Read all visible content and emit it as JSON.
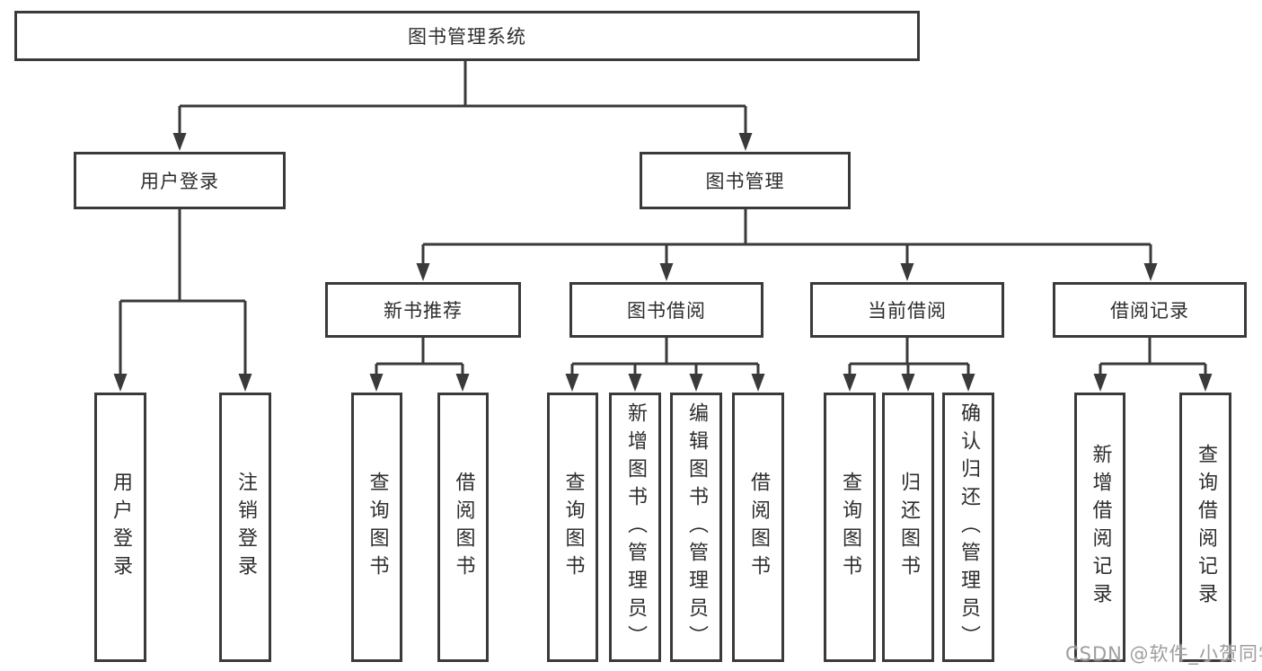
{
  "diagram_title": "图书管理系统",
  "colors": {
    "line": "#3a3a3a",
    "text": "#2d2d2d",
    "background": "#ffffff",
    "watermark": "#9e9e9e"
  },
  "nodes": {
    "root": {
      "label": "图书管理系统"
    },
    "user_login": {
      "label": "用户登录"
    },
    "book_management": {
      "label": "图书管理"
    },
    "new_book_recommend": {
      "label": "新书推荐"
    },
    "book_borrowing": {
      "label": "图书借阅"
    },
    "current_borrowing": {
      "label": "当前借阅"
    },
    "borrowing_records": {
      "label": "借阅记录"
    },
    "leaf_user_login": {
      "label": "用户登录"
    },
    "leaf_logout": {
      "label": "注销登录"
    },
    "leaf_query_books_1": {
      "label": "查询图书"
    },
    "leaf_borrow_books_1": {
      "label": "借阅图书"
    },
    "leaf_query_books_2": {
      "label": "查询图书"
    },
    "leaf_add_book_admin": {
      "label": "新增图书（管理员）"
    },
    "leaf_edit_book_admin": {
      "label": "编辑图书（管理员）"
    },
    "leaf_borrow_books_2": {
      "label": "借阅图书"
    },
    "leaf_query_books_3": {
      "label": "查询图书"
    },
    "leaf_return_books": {
      "label": "归还图书"
    },
    "leaf_confirm_return_admin": {
      "label": "确认归还（管理员）"
    },
    "leaf_add_borrow_record": {
      "label": "新增借阅记录"
    },
    "leaf_query_borrow_record": {
      "label": "查询借阅记录"
    }
  },
  "watermark": "CSDN @软件_小贺同学"
}
